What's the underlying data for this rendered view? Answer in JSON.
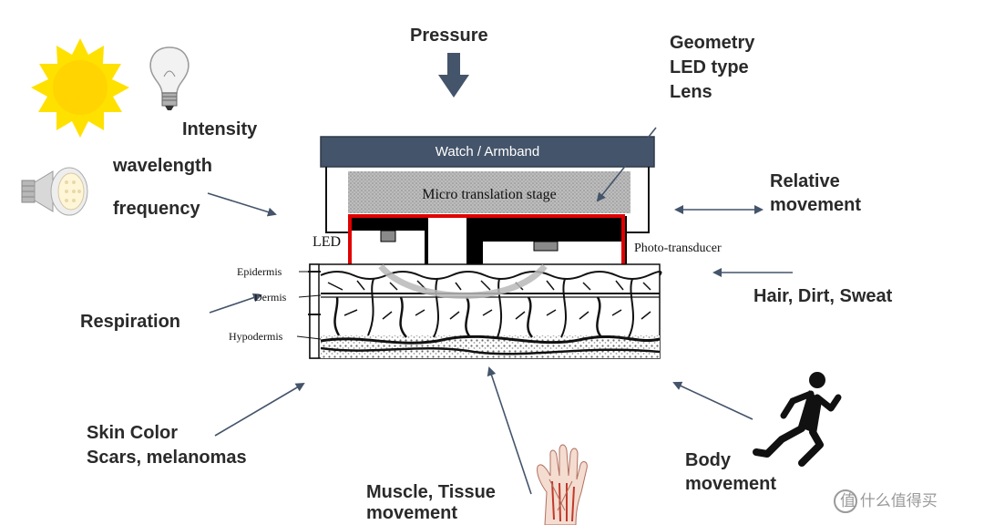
{
  "labels": {
    "pressure": "Pressure",
    "geometry": "Geometry",
    "led_type": "LED type",
    "lens": "Lens",
    "intensity": "Intensity",
    "wavelength": "wavelength",
    "frequency": "frequency",
    "relative_movement_1": "Relative",
    "relative_movement_2": "movement",
    "respiration": "Respiration",
    "hair_dirt_sweat": "Hair, Dirt, Sweat",
    "skin_color": "Skin Color",
    "scars": "Scars, melanomas",
    "muscle_tissue": "Muscle, Tissue",
    "muscle_movement": "movement",
    "body": "Body",
    "body_movement": "movement"
  },
  "device": {
    "watch_label": "Watch / Armband",
    "stage_label": "Micro translation stage",
    "led_label": "LED",
    "photo_label": "Photo-transducer"
  },
  "skin_layers": {
    "epidermis": "Epidermis",
    "dermis": "Dermis",
    "hypodermis": "Hypodermis"
  },
  "watermark": "值 什么值得买",
  "colors": {
    "text": "#2a2a2a",
    "arrow": "#44546a",
    "watch_band": "#44546a",
    "highlight": "#e00000",
    "sun": "#ffe100"
  }
}
